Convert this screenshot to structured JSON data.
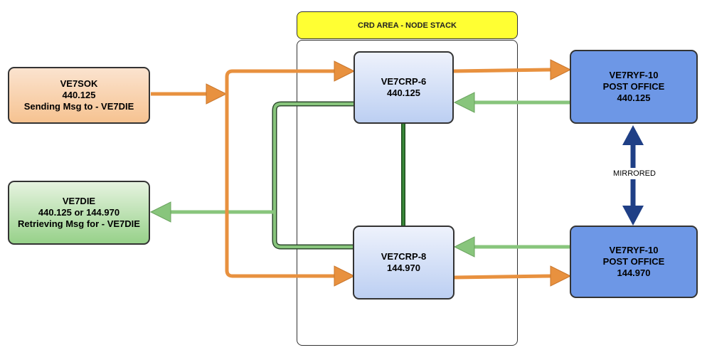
{
  "group": {
    "title": "CRD AREA - NODE STACK"
  },
  "nodes": {
    "sender": {
      "lines": [
        "VE7SOK",
        "440.125",
        "Sending Msg to - VE7DIE"
      ]
    },
    "receiver": {
      "lines": [
        "VE7DIE",
        "440.125 or 144.970",
        "Retrieving Msg for - VE7DIE"
      ]
    },
    "crp6": {
      "lines": [
        "VE7CRP-6",
        "440.125"
      ]
    },
    "crp8": {
      "lines": [
        "VE7CRP-8",
        "144.970"
      ]
    },
    "po1": {
      "lines": [
        "VE7RYF-10",
        "POST OFFICE",
        "440.125"
      ]
    },
    "po2": {
      "lines": [
        "VE7RYF-10",
        "POST OFFICE",
        "144.970"
      ]
    }
  },
  "edges": {
    "mirror_label": "MIRRORED"
  },
  "colors": {
    "orange": "#e8913f",
    "green": "#88c57c",
    "dark_green": "#2d7a2d",
    "navy": "#1f3f86"
  }
}
